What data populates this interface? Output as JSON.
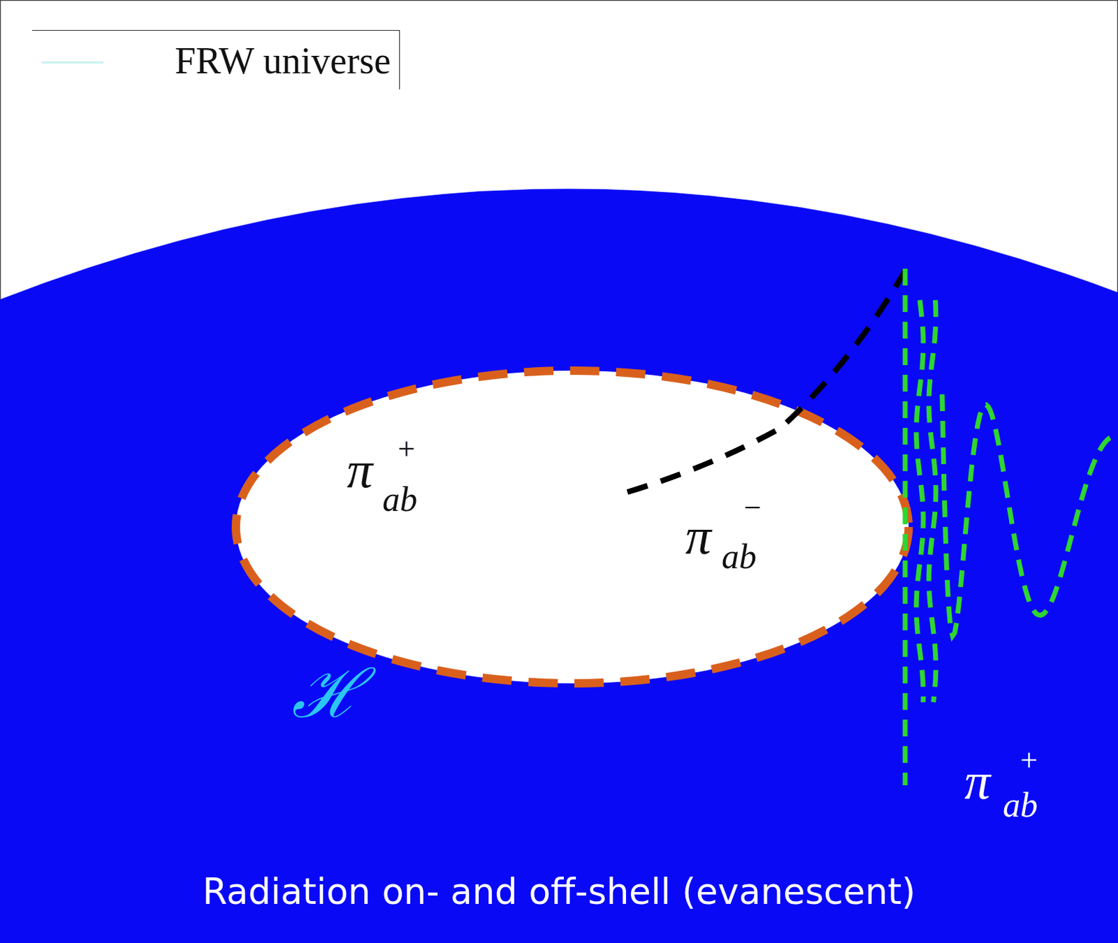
{
  "diagram": {
    "caption": "Radiation on- and off-shell (evanescent)",
    "labels": [
      "π",
      "+",
      "ab",
      "π",
      "−",
      "ab",
      "ℋ",
      "π",
      "+",
      "ab"
    ],
    "legend": [
      {
        "text": "FRW universe"
      }
    ]
  }
}
